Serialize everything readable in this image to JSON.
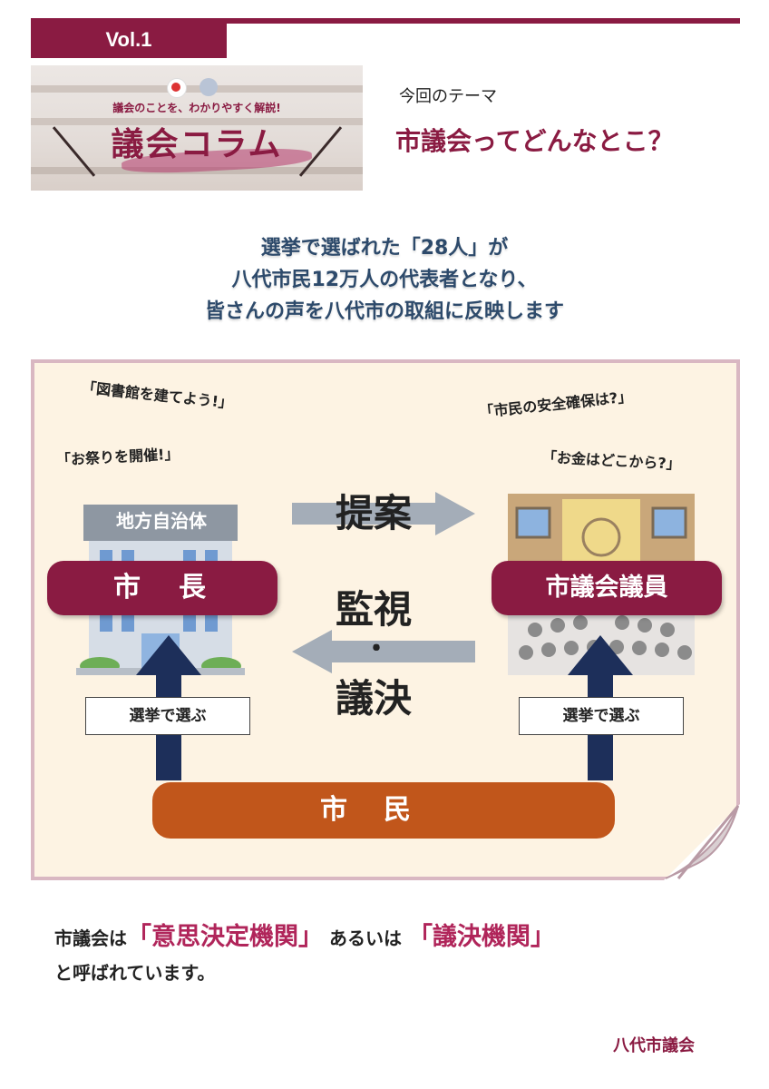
{
  "header": {
    "vol": "Vol.1",
    "banner_subtitle": "議会のことを、わかりやすく解説!",
    "banner_title": "議会コラム",
    "theme_label": "今回のテーマ",
    "theme_title": "市議会ってどんなとこ？"
  },
  "lead": [
    "選挙で選ばれた「28人」が",
    "八代市民12万人の代表者となり、",
    "皆さんの声を八代市の取組に反映します"
  ],
  "diagram": {
    "quotes_left": [
      "「図書館を建てよう!」",
      "「お祭りを開催!」"
    ],
    "quotes_right": [
      "「市民の安全確保は?」",
      "「お金はどこから?」"
    ],
    "building_sign": "地方自治体",
    "mayor_label": "市　長",
    "council_label": "市議会議員",
    "verb_propose": "提案",
    "verb_monitor": "監視",
    "verb_dot": "・",
    "verb_decide": "議決",
    "elect_left": "選挙で選ぶ",
    "elect_right": "選挙で選ぶ",
    "citizens": "市民"
  },
  "conclusion": {
    "part1": "市議会は",
    "hl1": "「意思決定機関」",
    "part2": " あるいは ",
    "hl2": "「議決機関」",
    "line2": "と呼ばれています。"
  },
  "footer": "八代市議会",
  "colors": {
    "accent": "#8a1b42",
    "citizens": "#c1561b",
    "arrow_up": "#1d2f5a",
    "arrow_grey": "#a4adb8",
    "panel_bg": "#fdf3e3"
  }
}
